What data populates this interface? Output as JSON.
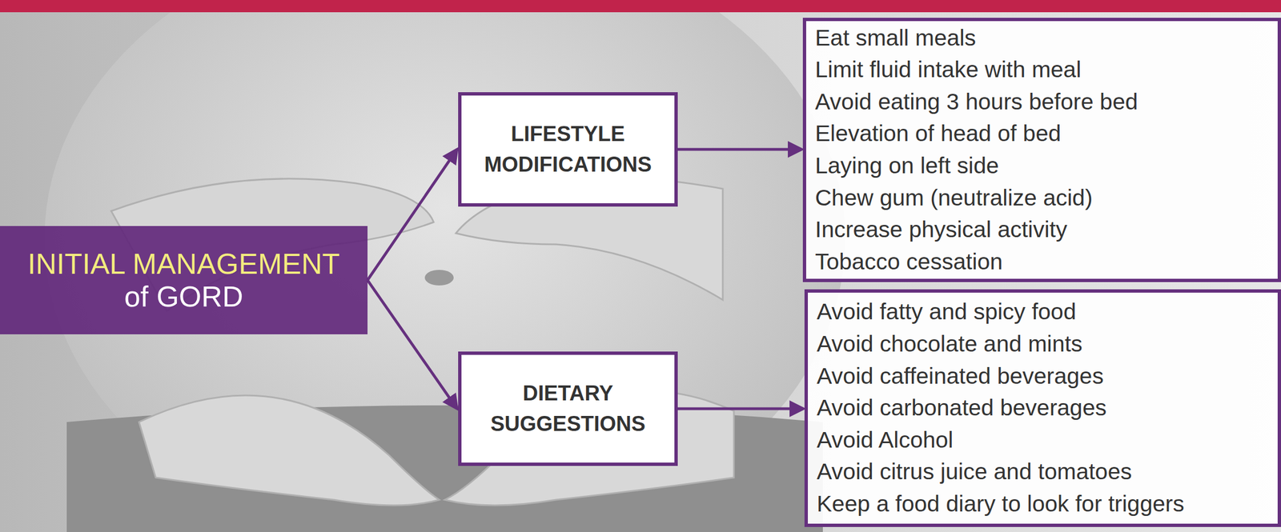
{
  "diagram": {
    "nodes": [
      {
        "text": [
          "INITIAL MANAGEMENT",
          "of GORD"
        ]
      },
      {
        "text": [
          "LIFESTYLE MODIFICATIONS"
        ]
      },
      {
        "text": [
          "DIETARY SUGGESTIONS"
        ]
      },
      {
        "text": [
          "Eat small meals",
          "Limit fluid intake with meal",
          "Avoid eating 3 hours before bed",
          "Elevation of head of bed",
          "Laying on left side",
          "Chew gum (neutralize acid)",
          "Increase physical activity",
          "Tobacco cessation"
        ]
      },
      {
        "text": [
          "Avoid fatty and spicy food",
          "Avoid chocolate and mints",
          "Avoid caffeinated beverages",
          "Avoid carbonated beverages",
          "Avoid Alcohol",
          "Avoid citrus juice and tomatoes",
          "Keep a food diary to look for triggers"
        ]
      }
    ],
    "edges": [
      {
        "from": 0,
        "to": 1,
        "arrow": "to"
      },
      {
        "from": 0,
        "to": 2,
        "arrow": "to"
      },
      {
        "from": 1,
        "to": 3,
        "arrow": "to"
      },
      {
        "from": 2,
        "to": 4,
        "arrow": "to"
      }
    ]
  }
}
